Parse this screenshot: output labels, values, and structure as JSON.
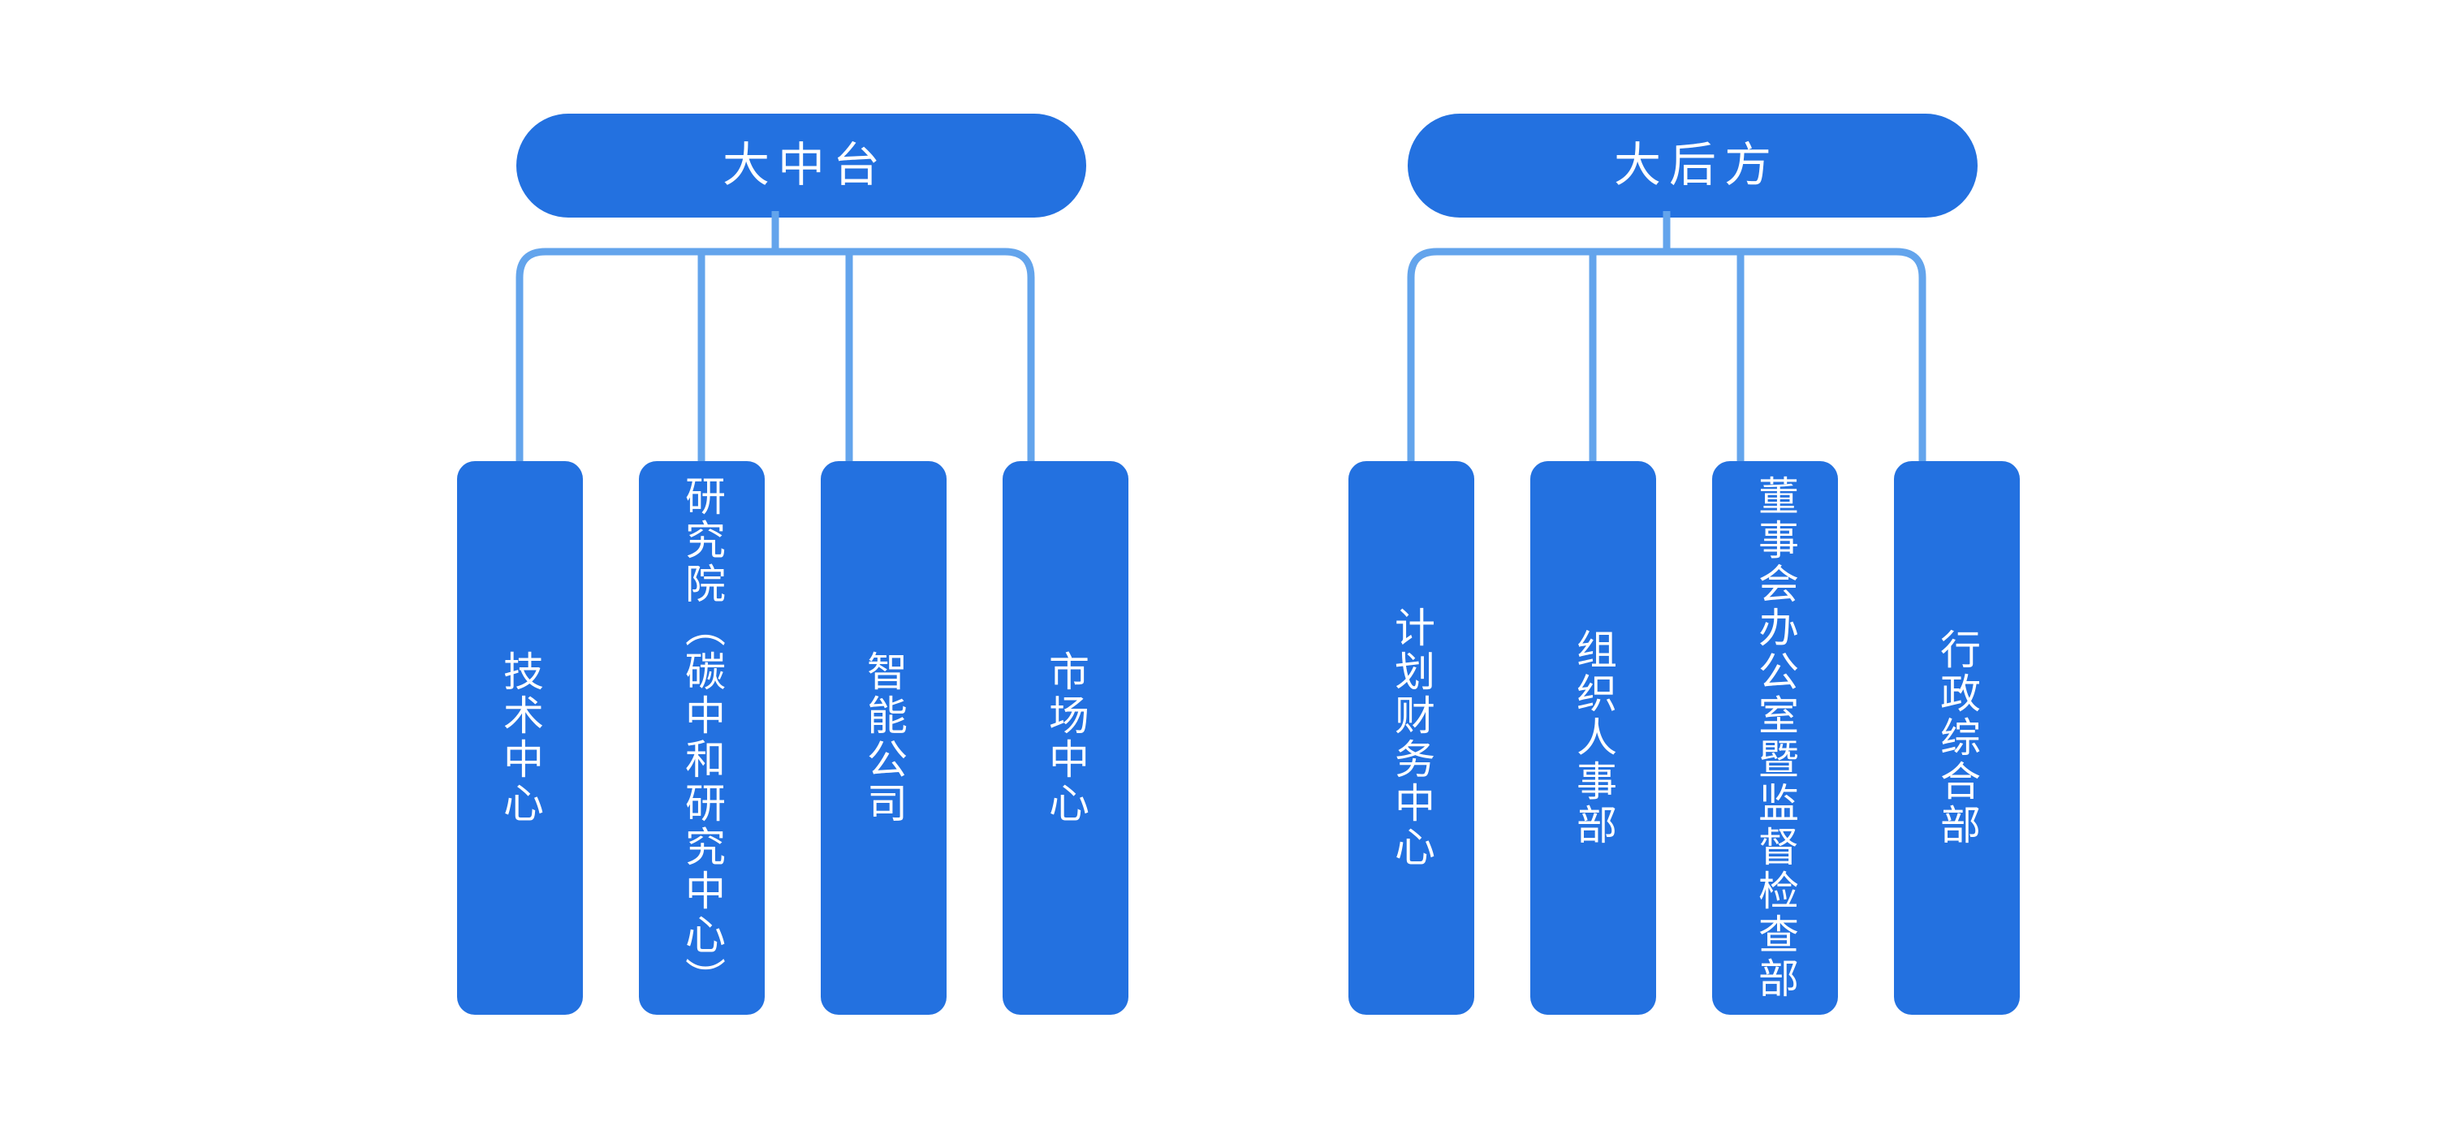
{
  "diagram": {
    "title": "",
    "background_color": "#ffffff",
    "node_color": "#2371E0",
    "connector_color": "#63A4EC",
    "text_color": "#ffffff",
    "orientation": "vertical-text-org-chart",
    "groups": [
      {
        "header": "大中台",
        "children": [
          "技术中心",
          "研究院（碳中和研究中心）",
          "智能公司",
          "市场中心"
        ]
      },
      {
        "header": "大后方",
        "children": [
          "计划财务中心",
          "组织人事部",
          "董事会办公室暨监督检查部",
          "行政综合部"
        ]
      }
    ]
  }
}
